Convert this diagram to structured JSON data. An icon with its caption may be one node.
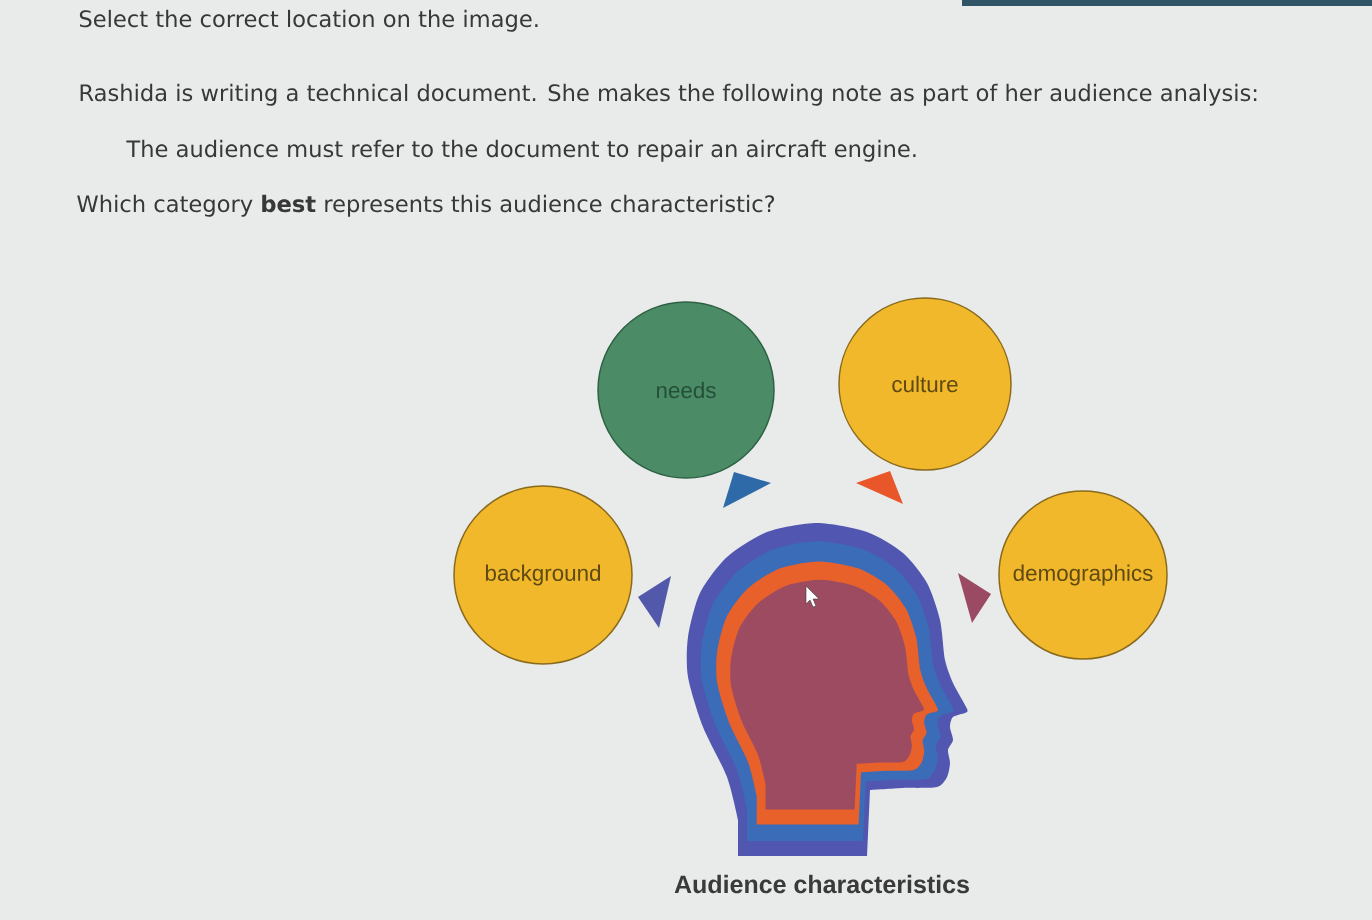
{
  "diagram": {
    "caption": "Audience characteristics",
    "nodes": [
      {
        "text": [
          "needs"
        ]
      },
      {
        "text": [
          "culture"
        ]
      },
      {
        "text": [
          "background"
        ]
      },
      {
        "text": [
          "demographics"
        ]
      },
      {
        "text": [],
        "shape": "picture"
      },
      {
        "text": [],
        "shape": "triangle"
      },
      {
        "text": [],
        "shape": "triangle"
      },
      {
        "text": [],
        "shape": "triangle"
      },
      {
        "text": [],
        "shape": "triangle"
      }
    ],
    "labels": [
      "Select the correct location on the image.",
      "Rashida is writing a technical document. She makes the following note as part of her audience analysis:",
      "The audience must refer to the document to repair an aircraft engine.",
      "Which category **best** represents this audience characteristic?"
    ]
  }
}
